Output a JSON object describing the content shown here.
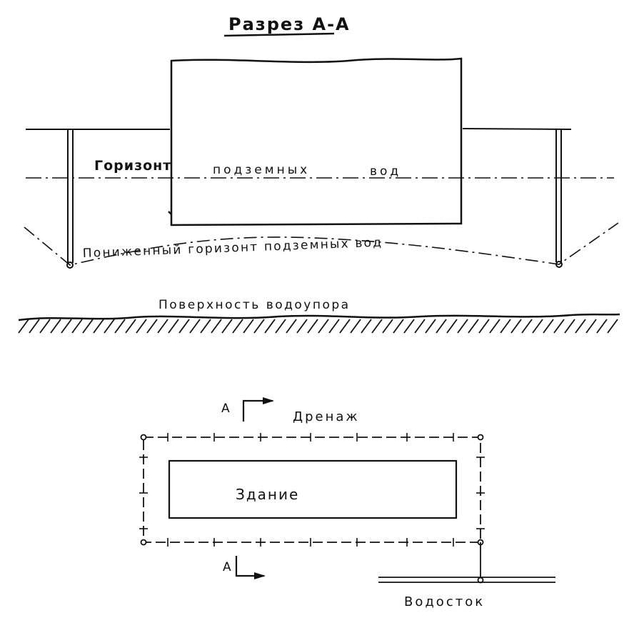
{
  "section": {
    "title": "Разрез А-А",
    "groundwater_label": [
      "Горизонт",
      "подземных",
      "вод"
    ],
    "lowered_label": "Пониженный горизонт подземных вод",
    "aquiclude_label": "Поверхность водоупора"
  },
  "plan": {
    "section_mark_top": "А",
    "section_mark_bottom": "А",
    "drainage_label": "Дренаж",
    "building_label": "Здание",
    "stormwater_label": "Водосток"
  }
}
